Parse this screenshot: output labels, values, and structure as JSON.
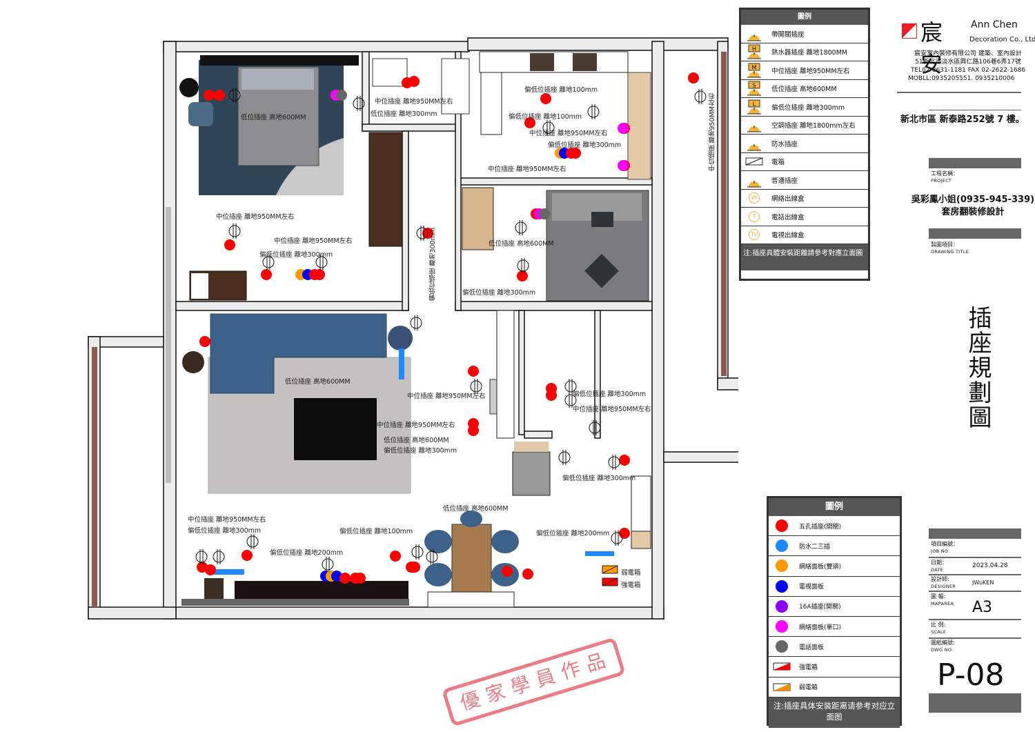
{
  "legend_top": {
    "title": "圖例",
    "items": [
      {
        "icon": "switch-socket-icon",
        "label": "帶開關插座"
      },
      {
        "icon": "water-heater-socket-icon",
        "badge": "H",
        "label": "熱水器插座 離地1800MM"
      },
      {
        "icon": "mid-socket-icon",
        "badge": "M",
        "label": "中位插座 離地950MM左右"
      },
      {
        "icon": "low-socket-icon",
        "badge": "S",
        "label": "低位插座 高地600MM"
      },
      {
        "icon": "lower-socket-icon",
        "badge": "L",
        "label": "偏低位插座 離地300mm"
      },
      {
        "icon": "ac-socket-icon",
        "label": "空調插座 離地1800mm左右"
      },
      {
        "icon": "waterproof-socket-icon",
        "label": "防水插座"
      },
      {
        "icon": "electric-box-icon",
        "label": "電箱"
      },
      {
        "icon": "normal-socket-icon",
        "label": "普通插座"
      },
      {
        "icon": "network-outlet-icon",
        "badge": "W",
        "label": "網絡出線盒"
      },
      {
        "icon": "phone-outlet-icon",
        "badge": "T",
        "label": "電話出線盒"
      },
      {
        "icon": "tv-outlet-icon",
        "badge": "TV",
        "label": "電視出線盒"
      }
    ],
    "note": "注:插座具體安裝距離請參考對應立面圖"
  },
  "legend_bottom": {
    "title": "圖例",
    "items": [
      {
        "label": "五孔插座(開關)",
        "color": "#ff0000"
      },
      {
        "label": "防水二三插",
        "color": "#1e88ff"
      },
      {
        "label": "網絡面板(雙頭)",
        "color": "#ff9900"
      },
      {
        "label": "電視面板",
        "color": "#0000ff"
      },
      {
        "label": "16A插座(開關)",
        "color": "#8a00ff"
      },
      {
        "label": "網絡面板(單口)",
        "color": "#ff00ff"
      },
      {
        "label": "電話面板",
        "color": "#666666"
      },
      {
        "label": "強電箱",
        "color": "#ff0000"
      },
      {
        "label": "弱電箱",
        "color": "#ff8c00"
      }
    ],
    "note": "注:插座具体安装距离请参考对应立面图"
  },
  "company": {
    "logo_cn": "宸安",
    "logo_en1": "Ann Chen",
    "logo_en2": "Decoration Co., Ltd",
    "brand_color": "#ee1c24",
    "line1": "宸安室內裝修有限公司 建築、室內設計",
    "line2": "51新北市淡水區興仁路106巷6弄17號",
    "line3": "TEL02-8631-1181 FAX 02-2622-1686",
    "line4": "MOBLL:0935205551. 0935210006"
  },
  "address": "新北市區 新泰路252號 7 樓。",
  "project": {
    "label_cn": "工程名稱：",
    "label_en": "PROJECT",
    "name1": "吳彩鳳小姐(0935-945-339)",
    "name2": "套房翻裝修設計"
  },
  "drawing_title": {
    "label_cn": "製圖項目：",
    "label_en": "DRAWING TITLE",
    "value": "插座規劃圖"
  },
  "title_block": {
    "job_cn": "項目編號：",
    "job_en": "JOB NO.",
    "date_cn": "日期：",
    "date_en": "DATE",
    "date": "2023.04.28",
    "designer_cn": "設計師:",
    "designer_en": "DESIGNER",
    "designer": "JWuKEN",
    "maparea_cn": "圖 幅:",
    "maparea_en": "MAPAREA",
    "maparea": "A3",
    "scale_cn": "比 例:",
    "scale_en": "SCALE",
    "dwg_cn": "圖紙編號:",
    "dwg_en": "DWG NO.",
    "dwg": "P-08"
  },
  "stamp": "優家學員作品",
  "plan_labels": [
    "中位插座 離地950MM左右",
    "低位插座 離地300mm",
    "低位插座 高地600MM",
    "中位插座 離地950MM左右",
    "中位插座 離地950MM左右",
    "偏低位插座 離地300mm",
    "偏低位插座 離地300mm",
    "偏低位插座 離地100mm",
    "偏低位插座 離地100mm",
    "中位插座 離地950MM左右",
    "偏低位插座 離地300mm",
    "中位插座 離地950MM左右",
    "中位插座 離地950MM左右",
    "低位插座 高地600MM",
    "偏低位插座 離地300mm",
    "低位插座 高地600MM",
    "中位插座 離地950MM左右",
    "中位插座 離地950MM左右",
    "低位插座 高地600MM",
    "偏低位插座 離地300mm",
    "偏低位插座 離地300mm",
    "中位插座 離地950MM左右",
    "偏低位插座 離地300mm",
    "低位插座 高地600MM",
    "中位插座 離地950MM左右",
    "偏低位插座 離地300mm",
    "偏低位插座 離地100mm",
    "偏低位插座 離地200mm",
    "偏低位插座 離地200mm",
    "弱電箱",
    "強電箱"
  ]
}
